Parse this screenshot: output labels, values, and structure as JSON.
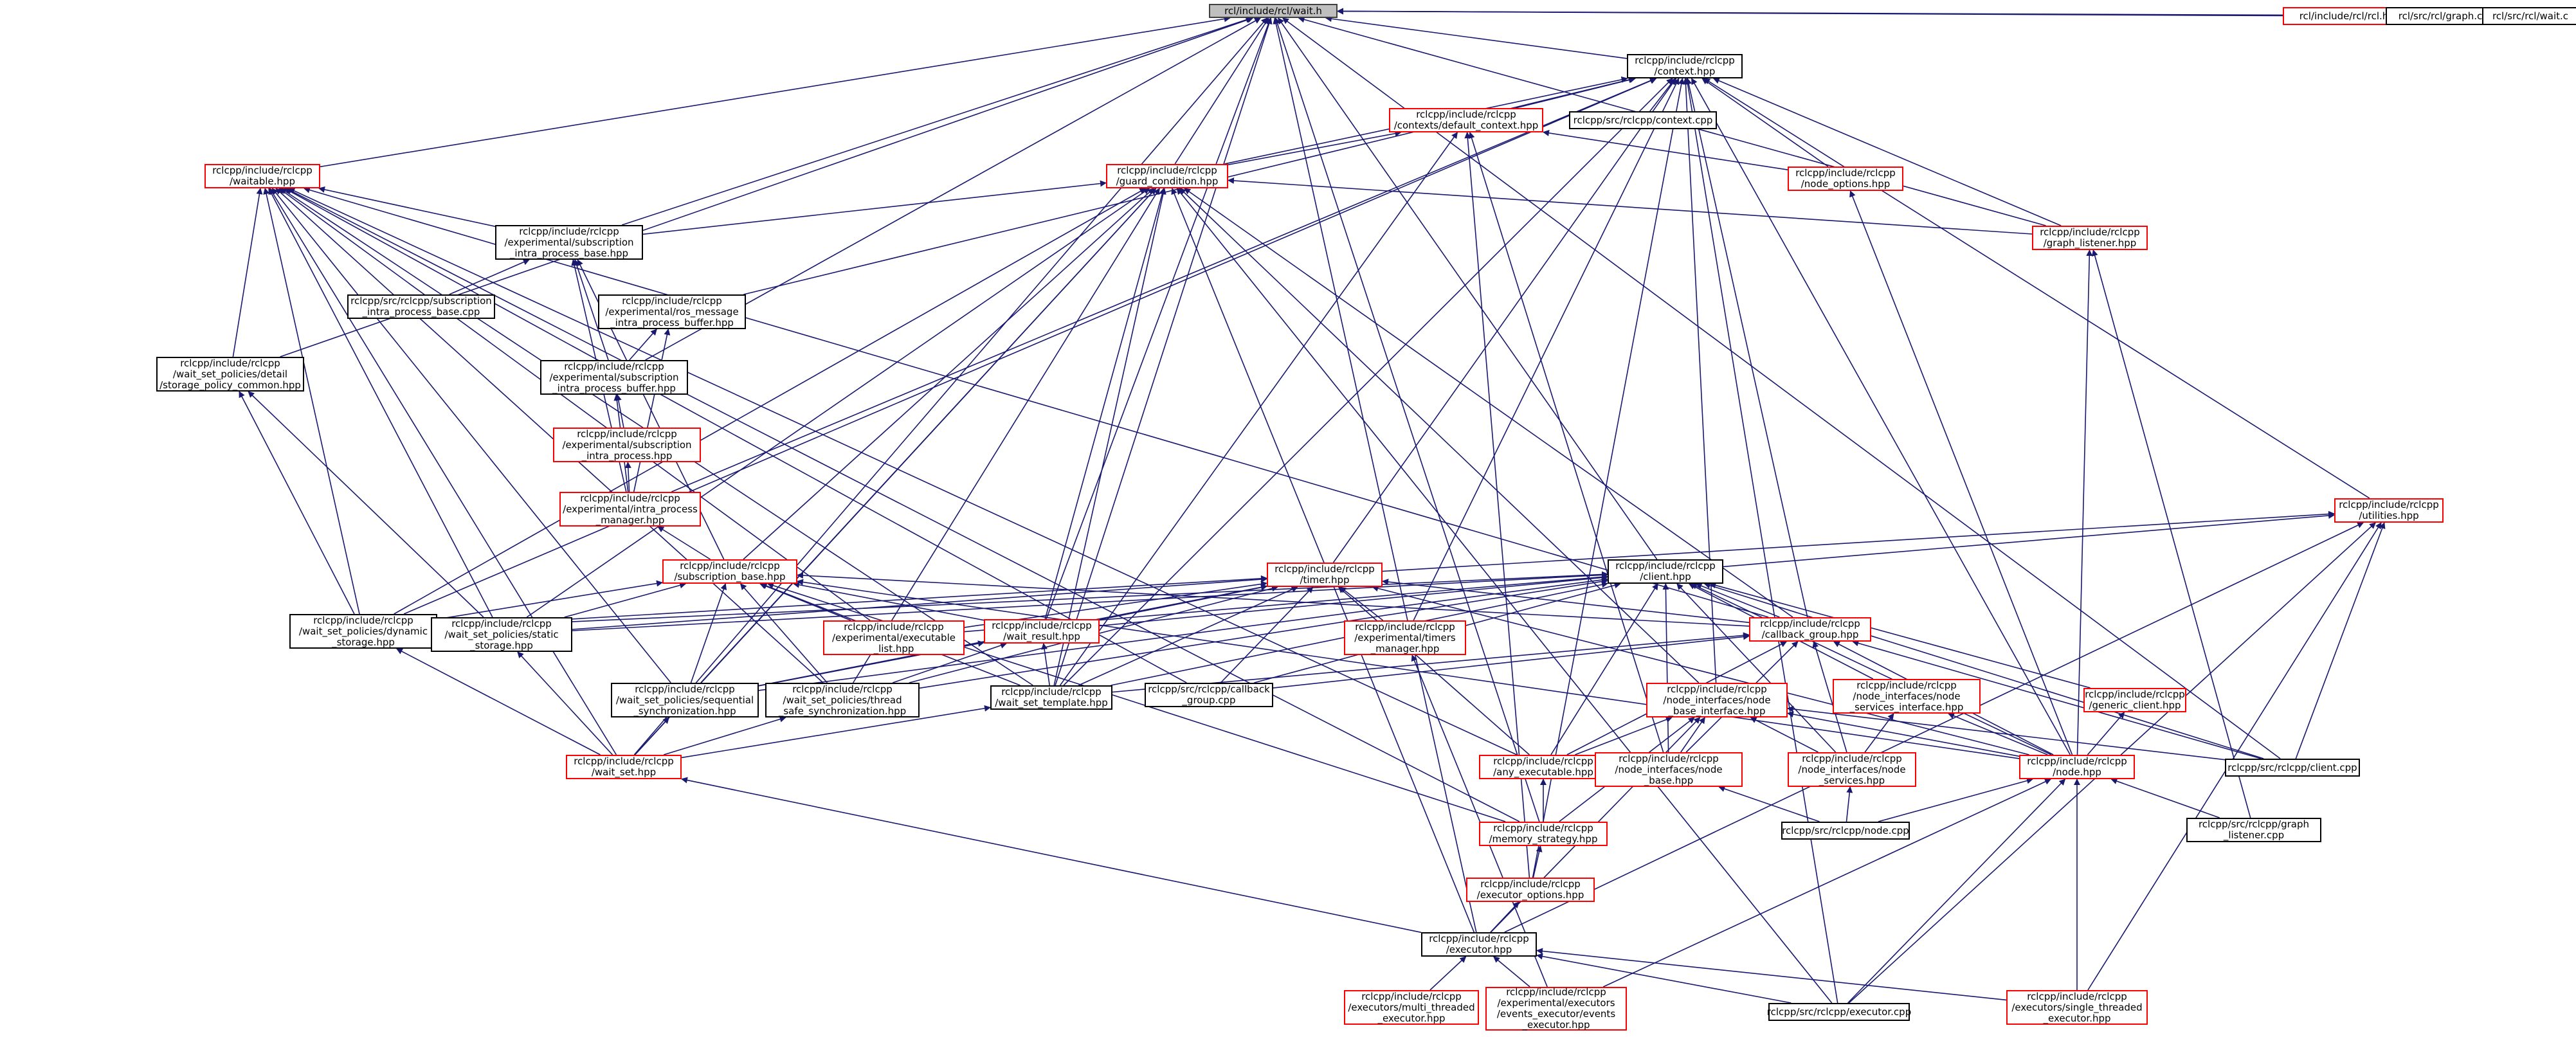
{
  "colors": {
    "edge": "#191970",
    "node_border": "#000000",
    "node_border_external": "#ff0000",
    "root_fill": "#bfbfbf"
  },
  "nodes": [
    {
      "id": "wait_h",
      "label": "rcl/include/rcl/wait.h",
      "style": "root"
    },
    {
      "id": "context_hpp",
      "label": "rclcpp/include/rclcpp\n/context.hpp",
      "style": "normal"
    },
    {
      "id": "rcl_h",
      "label": "rcl/include/rcl/rcl.h",
      "style": "external"
    },
    {
      "id": "graph_c",
      "label": "rcl/src/rcl/graph.c",
      "style": "normal"
    },
    {
      "id": "wait_c",
      "label": "rcl/src/rcl/wait.c",
      "style": "normal"
    },
    {
      "id": "default_context_hpp",
      "label": "rclcpp/include/rclcpp\n/contexts/default_context.hpp",
      "style": "external"
    },
    {
      "id": "context_cpp",
      "label": "rclcpp/src/rclcpp/context.cpp",
      "style": "normal"
    },
    {
      "id": "node_options_hpp",
      "label": "rclcpp/include/rclcpp\n/node_options.hpp",
      "style": "external"
    },
    {
      "id": "waitable_hpp",
      "label": "rclcpp/include/rclcpp\n/waitable.hpp",
      "style": "external"
    },
    {
      "id": "guard_condition_hpp",
      "label": "rclcpp/include/rclcpp\n/guard_condition.hpp",
      "style": "external"
    },
    {
      "id": "graph_listener_hpp",
      "label": "rclcpp/include/rclcpp\n/graph_listener.hpp",
      "style": "external"
    },
    {
      "id": "sub_ip_base_hpp",
      "label": "rclcpp/include/rclcpp\n/experimental/subscription\n_intra_process_base.hpp",
      "style": "normal"
    },
    {
      "id": "sub_ip_base_cpp",
      "label": "rclcpp/src/rclcpp/subscription\n_intra_process_base.cpp",
      "style": "normal"
    },
    {
      "id": "ros_message_ip_buffer_hpp",
      "label": "rclcpp/include/rclcpp\n/experimental/ros_message\n_intra_process_buffer.hpp",
      "style": "normal"
    },
    {
      "id": "storage_policy_common_hpp",
      "label": "rclcpp/include/rclcpp\n/wait_set_policies/detail\n/storage_policy_common.hpp",
      "style": "normal"
    },
    {
      "id": "sub_ip_buffer_hpp",
      "label": "rclcpp/include/rclcpp\n/experimental/subscription\n_intra_process_buffer.hpp",
      "style": "normal"
    },
    {
      "id": "sub_ip_hpp",
      "label": "rclcpp/include/rclcpp\n/experimental/subscription\n_intra_process.hpp",
      "style": "external"
    },
    {
      "id": "ip_manager_hpp",
      "label": "rclcpp/include/rclcpp\n/experimental/intra_process\n_manager.hpp",
      "style": "external"
    },
    {
      "id": "utilities_hpp",
      "label": "rclcpp/include/rclcpp\n/utilities.hpp",
      "style": "external"
    },
    {
      "id": "subscription_base_hpp",
      "label": "rclcpp/include/rclcpp\n/subscription_base.hpp",
      "style": "external"
    },
    {
      "id": "timer_hpp",
      "label": "rclcpp/include/rclcpp\n/timer.hpp",
      "style": "external"
    },
    {
      "id": "client_hpp",
      "label": "rclcpp/include/rclcpp\n/client.hpp",
      "style": "normal"
    },
    {
      "id": "dynamic_storage_hpp",
      "label": "rclcpp/include/rclcpp\n/wait_set_policies/dynamic\n_storage.hpp",
      "style": "normal"
    },
    {
      "id": "static_storage_hpp",
      "label": "rclcpp/include/rclcpp\n/wait_set_policies/static\n_storage.hpp",
      "style": "normal"
    },
    {
      "id": "executable_list_hpp",
      "label": "rclcpp/include/rclcpp\n/experimental/executable\n_list.hpp",
      "style": "external"
    },
    {
      "id": "wait_result_hpp",
      "label": "rclcpp/include/rclcpp\n/wait_result.hpp",
      "style": "external"
    },
    {
      "id": "timers_manager_hpp",
      "label": "rclcpp/include/rclcpp\n/experimental/timers\n_manager.hpp",
      "style": "external"
    },
    {
      "id": "callback_group_hpp",
      "label": "rclcpp/include/rclcpp\n/callback_group.hpp",
      "style": "external"
    },
    {
      "id": "sequential_sync_hpp",
      "label": "rclcpp/include/rclcpp\n/wait_set_policies/sequential\n_synchronization.hpp",
      "style": "normal"
    },
    {
      "id": "thread_safe_sync_hpp",
      "label": "rclcpp/include/rclcpp\n/wait_set_policies/thread\n_safe_synchronization.hpp",
      "style": "normal"
    },
    {
      "id": "wait_set_template_hpp",
      "label": "rclcpp/include/rclcpp\n/wait_set_template.hpp",
      "style": "normal"
    },
    {
      "id": "callback_group_cpp",
      "label": "rclcpp/src/rclcpp/callback\n_group.cpp",
      "style": "normal"
    },
    {
      "id": "node_base_interface_hpp",
      "label": "rclcpp/include/rclcpp\n/node_interfaces/node\n_base_interface.hpp",
      "style": "external"
    },
    {
      "id": "node_services_interface_hpp",
      "label": "rclcpp/include/rclcpp\n/node_interfaces/node\n_services_interface.hpp",
      "style": "external"
    },
    {
      "id": "generic_client_hpp",
      "label": "rclcpp/include/rclcpp\n/generic_client.hpp",
      "style": "external"
    },
    {
      "id": "wait_set_hpp",
      "label": "rclcpp/include/rclcpp\n/wait_set.hpp",
      "style": "external"
    },
    {
      "id": "any_executable_hpp",
      "label": "rclcpp/include/rclcpp\n/any_executable.hpp",
      "style": "external"
    },
    {
      "id": "node_base_hpp",
      "label": "rclcpp/include/rclcpp\n/node_interfaces/node\n_base.hpp",
      "style": "external"
    },
    {
      "id": "node_services_hpp",
      "label": "rclcpp/include/rclcpp\n/node_interfaces/node\n_services.hpp",
      "style": "external"
    },
    {
      "id": "node_hpp",
      "label": "rclcpp/include/rclcpp\n/node.hpp",
      "style": "external"
    },
    {
      "id": "client_cpp",
      "label": "rclcpp/src/rclcpp/client.cpp",
      "style": "normal"
    },
    {
      "id": "memory_strategy_hpp",
      "label": "rclcpp/include/rclcpp\n/memory_strategy.hpp",
      "style": "external"
    },
    {
      "id": "node_cpp",
      "label": "rclcpp/src/rclcpp/node.cpp",
      "style": "normal"
    },
    {
      "id": "graph_listener_cpp",
      "label": "rclcpp/src/rclcpp/graph\n_listener.cpp",
      "style": "normal"
    },
    {
      "id": "executor_options_hpp",
      "label": "rclcpp/include/rclcpp\n/executor_options.hpp",
      "style": "external"
    },
    {
      "id": "executor_hpp",
      "label": "rclcpp/include/rclcpp\n/executor.hpp",
      "style": "normal"
    },
    {
      "id": "multi_threaded_executor_hpp",
      "label": "rclcpp/include/rclcpp\n/executors/multi_threaded\n_executor.hpp",
      "style": "external"
    },
    {
      "id": "events_executor_hpp",
      "label": "rclcpp/include/rclcpp\n/experimental/executors\n/events_executor/events\n_executor.hpp",
      "style": "external"
    },
    {
      "id": "executor_cpp",
      "label": "rclcpp/src/rclcpp/executor.cpp",
      "style": "normal"
    },
    {
      "id": "single_threaded_executor_hpp",
      "label": "rclcpp/include/rclcpp\n/executors/single_threaded\n_executor.hpp",
      "style": "external"
    }
  ],
  "edges": [
    [
      "wait_h",
      "context_hpp"
    ],
    [
      "wait_h",
      "rcl_h"
    ],
    [
      "wait_h",
      "graph_c"
    ],
    [
      "wait_h",
      "wait_c"
    ],
    [
      "wait_h",
      "waitable_hpp"
    ],
    [
      "wait_h",
      "sub_ip_base_hpp"
    ],
    [
      "wait_h",
      "storage_policy_common_hpp"
    ],
    [
      "wait_h",
      "sub_ip_buffer_hpp"
    ],
    [
      "wait_h",
      "wait_result_hpp"
    ],
    [
      "wait_h",
      "wait_set_template_hpp"
    ],
    [
      "wait_h",
      "guard_condition_hpp"
    ],
    [
      "wait_h",
      "graph_listener_hpp"
    ],
    [
      "wait_h",
      "client_hpp"
    ],
    [
      "wait_h",
      "memory_strategy_hpp"
    ],
    [
      "wait_h",
      "client_cpp"
    ],
    [
      "wait_h",
      "wait_set_hpp"
    ],
    [
      "wait_h",
      "executor_hpp"
    ],
    [
      "context_hpp",
      "default_context_hpp"
    ],
    [
      "context_hpp",
      "context_cpp"
    ],
    [
      "context_hpp",
      "node_options_hpp"
    ],
    [
      "context_hpp",
      "guard_condition_hpp"
    ],
    [
      "context_hpp",
      "graph_listener_hpp"
    ],
    [
      "context_hpp",
      "ros_message_ip_buffer_hpp"
    ],
    [
      "context_hpp",
      "ip_manager_hpp"
    ],
    [
      "context_hpp",
      "utilities_hpp"
    ],
    [
      "context_hpp",
      "timer_hpp"
    ],
    [
      "context_hpp",
      "callback_group_hpp"
    ],
    [
      "context_hpp",
      "node_base_interface_hpp"
    ],
    [
      "context_hpp",
      "wait_set_template_hpp"
    ],
    [
      "context_hpp",
      "timers_manager_hpp"
    ],
    [
      "context_hpp",
      "node_hpp"
    ],
    [
      "context_hpp",
      "executor_options_hpp"
    ],
    [
      "context_hpp",
      "executor_cpp"
    ],
    [
      "context_hpp",
      "dynamic_storage_hpp"
    ],
    [
      "default_context_hpp",
      "guard_condition_hpp"
    ],
    [
      "default_context_hpp",
      "node_options_hpp"
    ],
    [
      "default_context_hpp",
      "wait_set_template_hpp"
    ],
    [
      "default_context_hpp",
      "node_base_hpp"
    ],
    [
      "default_context_hpp",
      "executor_options_hpp"
    ],
    [
      "node_options_hpp",
      "node_hpp"
    ],
    [
      "waitable_hpp",
      "sub_ip_base_hpp"
    ],
    [
      "waitable_hpp",
      "storage_policy_common_hpp"
    ],
    [
      "waitable_hpp",
      "dynamic_storage_hpp"
    ],
    [
      "waitable_hpp",
      "static_storage_hpp"
    ],
    [
      "waitable_hpp",
      "executable_list_hpp"
    ],
    [
      "waitable_hpp",
      "callback_group_hpp"
    ],
    [
      "waitable_hpp",
      "sequential_sync_hpp"
    ],
    [
      "waitable_hpp",
      "thread_safe_sync_hpp"
    ],
    [
      "waitable_hpp",
      "wait_set_template_hpp"
    ],
    [
      "waitable_hpp",
      "callback_group_cpp"
    ],
    [
      "waitable_hpp",
      "any_executable_hpp"
    ],
    [
      "waitable_hpp",
      "wait_set_hpp"
    ],
    [
      "waitable_hpp",
      "memory_strategy_hpp"
    ],
    [
      "guard_condition_hpp",
      "sub_ip_base_hpp"
    ],
    [
      "guard_condition_hpp",
      "graph_listener_hpp"
    ],
    [
      "guard_condition_hpp",
      "subscription_base_hpp"
    ],
    [
      "guard_condition_hpp",
      "dynamic_storage_hpp"
    ],
    [
      "guard_condition_hpp",
      "static_storage_hpp"
    ],
    [
      "guard_condition_hpp",
      "wait_result_hpp"
    ],
    [
      "guard_condition_hpp",
      "callback_group_hpp"
    ],
    [
      "guard_condition_hpp",
      "sequential_sync_hpp"
    ],
    [
      "guard_condition_hpp",
      "thread_safe_sync_hpp"
    ],
    [
      "guard_condition_hpp",
      "wait_set_template_hpp"
    ],
    [
      "guard_condition_hpp",
      "node_base_interface_hpp"
    ],
    [
      "guard_condition_hpp",
      "executor_hpp"
    ],
    [
      "guard_condition_hpp",
      "executor_cpp"
    ],
    [
      "guard_condition_hpp",
      "wait_set_hpp"
    ],
    [
      "graph_listener_hpp",
      "node_hpp"
    ],
    [
      "graph_listener_hpp",
      "graph_listener_cpp"
    ],
    [
      "sub_ip_base_hpp",
      "sub_ip_base_cpp"
    ],
    [
      "sub_ip_base_hpp",
      "sub_ip_buffer_hpp"
    ],
    [
      "sub_ip_base_hpp",
      "ip_manager_hpp"
    ],
    [
      "sub_ip_base_hpp",
      "subscription_base_hpp"
    ],
    [
      "ros_message_ip_buffer_hpp",
      "sub_ip_buffer_hpp"
    ],
    [
      "ros_message_ip_buffer_hpp",
      "ip_manager_hpp"
    ],
    [
      "storage_policy_common_hpp",
      "dynamic_storage_hpp"
    ],
    [
      "storage_policy_common_hpp",
      "static_storage_hpp"
    ],
    [
      "sub_ip_buffer_hpp",
      "sub_ip_hpp"
    ],
    [
      "sub_ip_buffer_hpp",
      "ip_manager_hpp"
    ],
    [
      "sub_ip_hpp",
      "ip_manager_hpp"
    ],
    [
      "ip_manager_hpp",
      "subscription_base_hpp"
    ],
    [
      "utilities_hpp",
      "timer_hpp"
    ],
    [
      "utilities_hpp",
      "client_hpp"
    ],
    [
      "utilities_hpp",
      "client_cpp"
    ],
    [
      "utilities_hpp",
      "executor_hpp"
    ],
    [
      "utilities_hpp",
      "executor_cpp"
    ],
    [
      "utilities_hpp",
      "single_threaded_executor_hpp"
    ],
    [
      "subscription_base_hpp",
      "dynamic_storage_hpp"
    ],
    [
      "subscription_base_hpp",
      "static_storage_hpp"
    ],
    [
      "subscription_base_hpp",
      "executable_list_hpp"
    ],
    [
      "subscription_base_hpp",
      "wait_result_hpp"
    ],
    [
      "subscription_base_hpp",
      "callback_group_hpp"
    ],
    [
      "subscription_base_hpp",
      "sequential_sync_hpp"
    ],
    [
      "subscription_base_hpp",
      "thread_safe_sync_hpp"
    ],
    [
      "subscription_base_hpp",
      "wait_set_template_hpp"
    ],
    [
      "subscription_base_hpp",
      "node_hpp"
    ],
    [
      "subscription_base_hpp",
      "memory_strategy_hpp"
    ],
    [
      "timer_hpp",
      "dynamic_storage_hpp"
    ],
    [
      "timer_hpp",
      "static_storage_hpp"
    ],
    [
      "timer_hpp",
      "executable_list_hpp"
    ],
    [
      "timer_hpp",
      "wait_result_hpp"
    ],
    [
      "timer_hpp",
      "timers_manager_hpp"
    ],
    [
      "timer_hpp",
      "callback_group_hpp"
    ],
    [
      "timer_hpp",
      "thread_safe_sync_hpp"
    ],
    [
      "timer_hpp",
      "wait_set_template_hpp"
    ],
    [
      "timer_hpp",
      "callback_group_cpp"
    ],
    [
      "timer_hpp",
      "any_executable_hpp"
    ],
    [
      "timer_hpp",
      "node_hpp"
    ],
    [
      "timer_hpp",
      "sequential_sync_hpp"
    ],
    [
      "client_hpp",
      "dynamic_storage_hpp"
    ],
    [
      "client_hpp",
      "static_storage_hpp"
    ],
    [
      "client_hpp",
      "executable_list_hpp"
    ],
    [
      "client_hpp",
      "wait_result_hpp"
    ],
    [
      "client_hpp",
      "callback_group_hpp"
    ],
    [
      "client_hpp",
      "sequential_sync_hpp"
    ],
    [
      "client_hpp",
      "thread_safe_sync_hpp"
    ],
    [
      "client_hpp",
      "wait_set_template_hpp"
    ],
    [
      "client_hpp",
      "callback_group_cpp"
    ],
    [
      "client_hpp",
      "node_services_interface_hpp"
    ],
    [
      "client_hpp",
      "generic_client_hpp"
    ],
    [
      "client_hpp",
      "any_executable_hpp"
    ],
    [
      "client_hpp",
      "node_base_hpp"
    ],
    [
      "client_hpp",
      "node_services_hpp"
    ],
    [
      "client_hpp",
      "node_hpp"
    ],
    [
      "client_hpp",
      "client_cpp"
    ],
    [
      "dynamic_storage_hpp",
      "wait_set_hpp"
    ],
    [
      "static_storage_hpp",
      "wait_set_hpp"
    ],
    [
      "wait_result_hpp",
      "sequential_sync_hpp"
    ],
    [
      "wait_result_hpp",
      "thread_safe_sync_hpp"
    ],
    [
      "wait_result_hpp",
      "wait_set_template_hpp"
    ],
    [
      "timers_manager_hpp",
      "events_executor_hpp"
    ],
    [
      "callback_group_hpp",
      "callback_group_cpp"
    ],
    [
      "callback_group_hpp",
      "any_executable_hpp"
    ],
    [
      "callback_group_hpp",
      "node_base_hpp"
    ],
    [
      "callback_group_hpp",
      "node_services_hpp"
    ],
    [
      "callback_group_hpp",
      "node_hpp"
    ],
    [
      "callback_group_hpp",
      "client_cpp"
    ],
    [
      "callback_group_hpp",
      "wait_set_template_hpp"
    ],
    [
      "sequential_sync_hpp",
      "wait_set_hpp"
    ],
    [
      "thread_safe_sync_hpp",
      "wait_set_hpp"
    ],
    [
      "wait_set_template_hpp",
      "wait_set_hpp"
    ],
    [
      "node_base_interface_hpp",
      "any_executable_hpp"
    ],
    [
      "node_base_interface_hpp",
      "node_base_hpp"
    ],
    [
      "node_base_interface_hpp",
      "node_services_hpp"
    ],
    [
      "node_base_interface_hpp",
      "node_hpp"
    ],
    [
      "node_base_interface_hpp",
      "client_cpp"
    ],
    [
      "node_base_interface_hpp",
      "memory_strategy_hpp"
    ],
    [
      "node_base_interface_hpp",
      "executor_hpp"
    ],
    [
      "node_services_interface_hpp",
      "node_services_hpp"
    ],
    [
      "node_services_interface_hpp",
      "node_hpp"
    ],
    [
      "generic_client_hpp",
      "node_hpp"
    ],
    [
      "wait_set_hpp",
      "executor_hpp"
    ],
    [
      "any_executable_hpp",
      "memory_strategy_hpp"
    ],
    [
      "node_base_hpp",
      "node_cpp"
    ],
    [
      "node_services_hpp",
      "node_cpp"
    ],
    [
      "node_hpp",
      "node_cpp"
    ],
    [
      "node_hpp",
      "graph_listener_cpp"
    ],
    [
      "node_hpp",
      "executor_cpp"
    ],
    [
      "node_hpp",
      "events_executor_hpp"
    ],
    [
      "node_hpp",
      "single_threaded_executor_hpp"
    ],
    [
      "memory_strategy_hpp",
      "executor_options_hpp"
    ],
    [
      "executor_options_hpp",
      "executor_hpp"
    ],
    [
      "executor_hpp",
      "multi_threaded_executor_hpp"
    ],
    [
      "executor_hpp",
      "events_executor_hpp"
    ],
    [
      "executor_hpp",
      "executor_cpp"
    ],
    [
      "executor_hpp",
      "single_threaded_executor_hpp"
    ]
  ]
}
